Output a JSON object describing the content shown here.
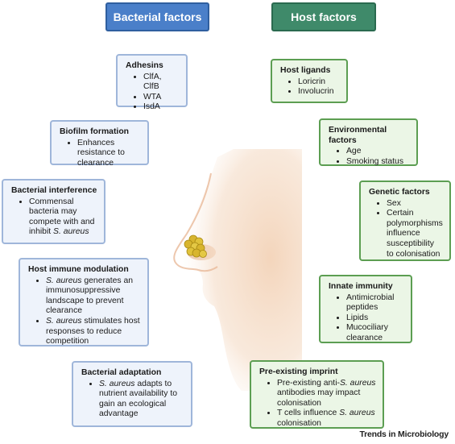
{
  "bacterial_header": "Bacterial factors",
  "host_header": "Host factors",
  "bacterial_boxes": [
    {
      "title": "Adhesins",
      "items": [
        [
          "ClfA, ClfB"
        ],
        [
          "WTA"
        ],
        [
          "IsdA"
        ]
      ]
    },
    {
      "title": "Biofilm formation",
      "items": [
        [
          "Enhances resistance to clearance"
        ]
      ]
    },
    {
      "title": "Bacterial interference",
      "items": [
        [
          "Commensal bacteria may compete with and inhibit ",
          "S. aureus",
          ""
        ]
      ]
    },
    {
      "title": "Host immune modulation",
      "items": [
        [
          "",
          "S. aureus",
          " generates an immunosuppressive landscape to prevent clearance"
        ],
        [
          "",
          "S. aureus",
          " stimulates host responses to reduce competition"
        ]
      ]
    },
    {
      "title": "Bacterial adaptation",
      "items": [
        [
          "",
          "S. aureus",
          " adapts to nutrient availability to gain an ecological advantage"
        ]
      ]
    }
  ],
  "host_boxes": [
    {
      "title": "Host ligands",
      "items": [
        [
          "Loricrin"
        ],
        [
          "Involucrin"
        ]
      ]
    },
    {
      "title": "Environmental factors",
      "items": [
        [
          "Age"
        ],
        [
          "Smoking status"
        ]
      ]
    },
    {
      "title": "Genetic factors",
      "items": [
        [
          "Sex"
        ],
        [
          "Certain polymorphisms influence susceptibility to colonisation"
        ]
      ]
    },
    {
      "title": "Innate immunity",
      "items": [
        [
          "Antimicrobial peptides"
        ],
        [
          "Lipids"
        ],
        [
          "Mucociliary clearance"
        ]
      ]
    },
    {
      "title": "Pre-existing imprint",
      "items": [
        [
          "Pre-existing anti-",
          "S. aureus",
          " antibodies may impact colonisation"
        ],
        [
          "T cells influence ",
          "S. aureus",
          " colonisation"
        ]
      ]
    }
  ],
  "footer": "Trends in Microbiology",
  "colors": {
    "bacterial_header": "#4a7fc9",
    "host_header": "#3f8a6a",
    "bacterial_box_fill": "#eef3fb",
    "bacterial_box_border": "#9fb6da",
    "host_box_fill": "#ebf6e6",
    "host_box_border": "#5c9e52",
    "skin": "#f3d3b8",
    "bacteria_cluster": "#d8b52e"
  }
}
